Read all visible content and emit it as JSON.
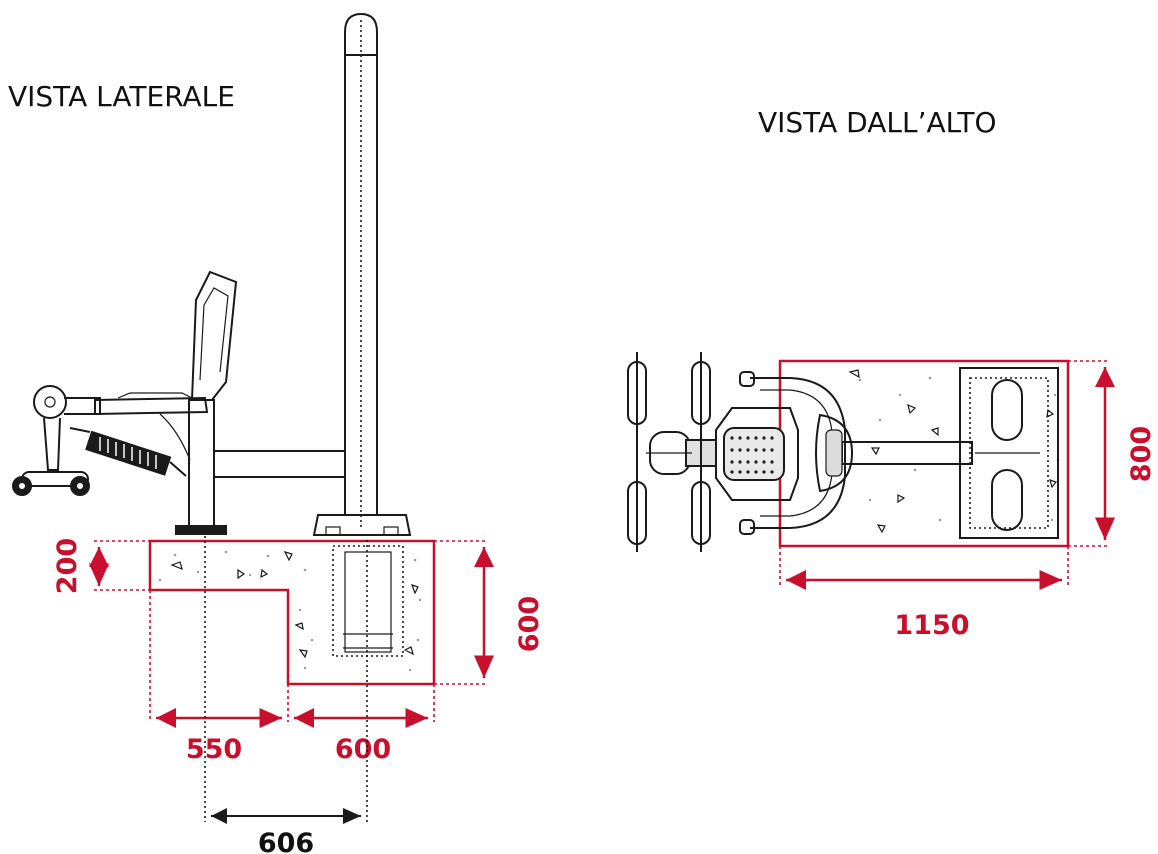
{
  "views": {
    "side_title": "VISTA LATERALE",
    "top_title": "VISTA DALL’ALTO"
  },
  "side_dims": {
    "top_slab_height": "200",
    "total_depth": "600",
    "left_width": "550",
    "right_width": "600",
    "axis_distance": "606"
  },
  "top_dims": {
    "length": "1150",
    "width": "800"
  },
  "colors": {
    "dimension": "#c8102e",
    "lines": "#1a1a1a"
  }
}
